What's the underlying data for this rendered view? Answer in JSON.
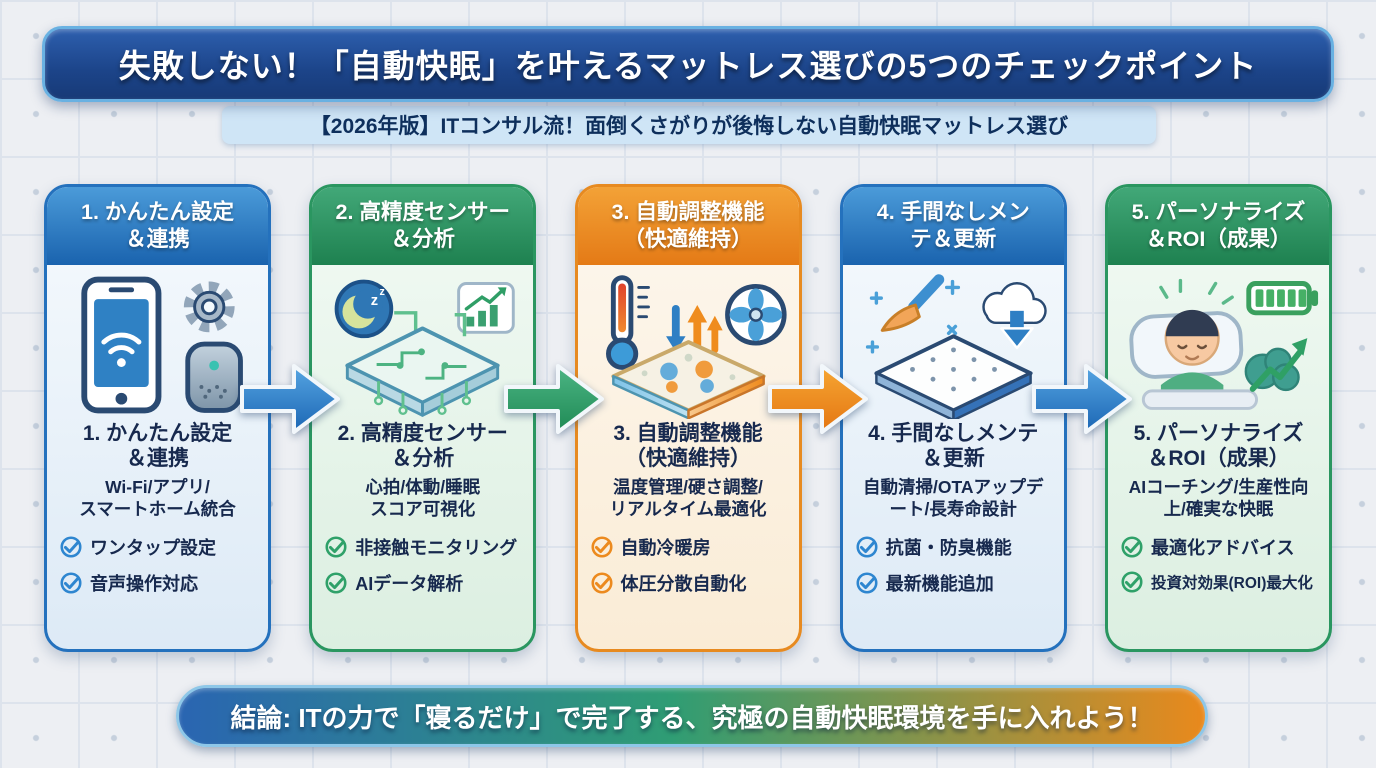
{
  "header": {
    "title": "失敗しない！「自動快眠」を叶えるマットレス選びの5つのチェックポイント",
    "subtitle": "【2026年版】ITコンサル流！面倒くさがりが後悔しない自動快眠マットレス選び"
  },
  "cards": [
    {
      "number": "1",
      "theme": "blue",
      "accent_color": "#2471bd",
      "header_line1": "1. かんたん設定",
      "header_line2": "＆連携",
      "title_line1": "1. かんたん設定",
      "title_line2": "＆連携",
      "desc_line1": "Wi-Fi/アプリ/",
      "desc_line2": "スマートホーム統合",
      "check1": "ワンタップ設定",
      "check2": "音声操作対応",
      "icons": [
        "smartphone-wifi-icon",
        "gear-icon",
        "smart-speaker-icon"
      ]
    },
    {
      "number": "2",
      "theme": "green",
      "accent_color": "#2a9660",
      "header_line1": "2. 高精度センサー",
      "header_line2": "＆分析",
      "title_line1": "2. 高精度センサー",
      "title_line2": "＆分析",
      "desc_line1": "心拍/体動/睡眠",
      "desc_line2": "スコア可視化",
      "check1": "非接触モニタリング",
      "check2": "AIデータ解析",
      "icons": [
        "sleep-moon-icon",
        "chart-icon",
        "sensor-mattress-icon"
      ]
    },
    {
      "number": "3",
      "theme": "orange",
      "accent_color": "#e78a20",
      "header_line1": "3. 自動調整機能",
      "header_line2": "（快適維持）",
      "title_line1": "3. 自動調整機能",
      "title_line2": "（快適維持）",
      "desc_line1": "温度管理/硬さ調整/",
      "desc_line2": "リアルタイム最適化",
      "check1": "自動冷暖房",
      "check2": "体圧分散自動化",
      "icons": [
        "thermometer-icon",
        "updown-arrows-icon",
        "fan-icon",
        "climate-mattress-icon"
      ]
    },
    {
      "number": "4",
      "theme": "blue",
      "accent_color": "#2471bd",
      "header_line1": "4. 手間なしメン",
      "header_line2": "テ＆更新",
      "title_line1": "4. 手間なしメンテ",
      "title_line2": "＆更新",
      "desc_line1": "自動清掃/OTAアップデ",
      "desc_line2": "ート/長寿命設計",
      "check1": "抗菌・防臭機能",
      "check2": "最新機能追加",
      "icons": [
        "cleaning-brush-icon",
        "sparkle-icon",
        "cloud-download-icon",
        "mattress-icon"
      ]
    },
    {
      "number": "5",
      "theme": "green",
      "accent_color": "#2a9660",
      "header_line1": "5. パーソナライズ",
      "header_line2": "＆ROI（成果）",
      "title_line1": "5. パーソナライズ",
      "title_line2": "＆ROI（成果）",
      "desc_line1": "AIコーチング/生産性向",
      "desc_line2": "上/確実な快眠",
      "check1": "最適化アドバイス",
      "check2": "投資対効果(ROI)最大化",
      "icons": [
        "sleeping-person-icon",
        "battery-full-icon",
        "brain-growth-icon"
      ]
    }
  ],
  "arrows": [
    {
      "position": "between-card-1-2",
      "color_name": "blue",
      "color": "#2e86d4"
    },
    {
      "position": "between-card-2-3",
      "color_name": "green",
      "color": "#2fa26d"
    },
    {
      "position": "between-card-3-4",
      "color_name": "orange",
      "color": "#f08a1d"
    },
    {
      "position": "between-card-4-5",
      "color_name": "blue",
      "color": "#2e86d4"
    }
  ],
  "footer": {
    "text": "結論: ITの力で「寝るだけ」で完了する、究極の自動快眠環境を手に入れよう！"
  },
  "colors": {
    "banner_bg": "#1c4489",
    "banner_border": "#69b1e2",
    "subbanner_bg": "#cfe5f6",
    "text_dark_navy": "#17294e",
    "footer_gradient": [
      "#2a65b2",
      "#2f9d74",
      "#e9891c"
    ]
  }
}
